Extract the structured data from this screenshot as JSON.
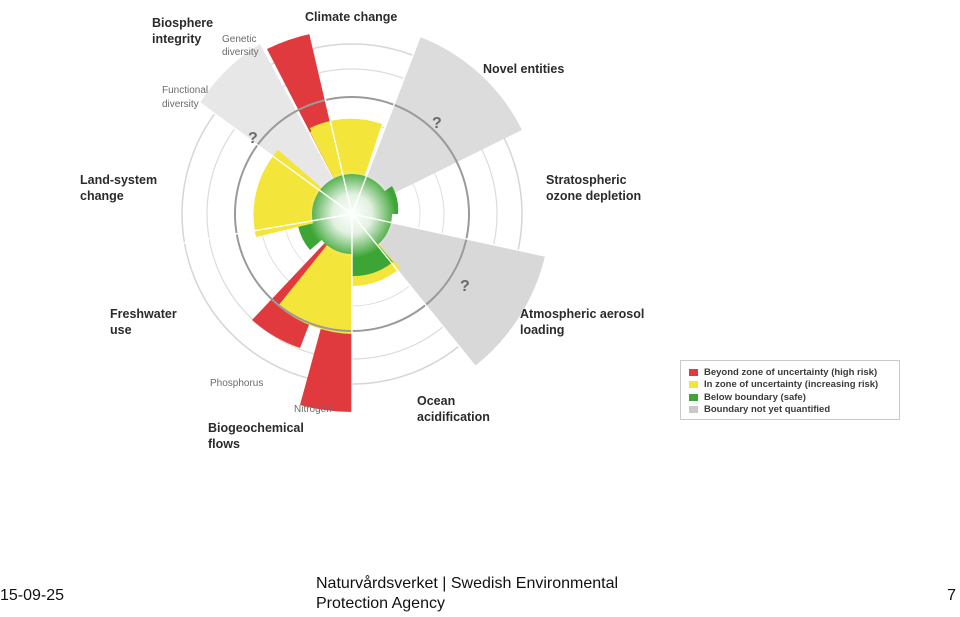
{
  "diagram": {
    "colors": {
      "high_risk": "#e03a3e",
      "increasing_risk": "#f4e53a",
      "safe": "#3da535",
      "not_quantified": "#c9c9c9"
    },
    "labels": {
      "biosphere_integrity": [
        "Biosphere",
        "integrity"
      ],
      "genetic_diversity": [
        "Genetic",
        "diversity"
      ],
      "functional_diversity": [
        "Functional",
        "diversity"
      ],
      "climate_change": "Climate change",
      "novel_entities": "Novel entities",
      "stratospheric_ozone": [
        "Stratospheric",
        "ozone depletion"
      ],
      "atmospheric_aerosol": [
        "Atmospheric aerosol",
        "loading"
      ],
      "ocean_acidification": [
        "Ocean",
        "acidification"
      ],
      "biogeochemical_flows": [
        "Biogeochemical",
        "flows"
      ],
      "phosphorus": "Phosphorus",
      "nitrogen": "Nitrogen",
      "freshwater_use": [
        "Freshwater",
        "use"
      ],
      "land_system_change": [
        "Land-system",
        "change"
      ]
    },
    "unknown_mark": "?",
    "segments": [
      {
        "name": "Genetic diversity",
        "status": "high_risk"
      },
      {
        "name": "Functional diversity",
        "status": "not_quantified"
      },
      {
        "name": "Climate change",
        "status": "increasing_risk"
      },
      {
        "name": "Novel entities",
        "status": "not_quantified"
      },
      {
        "name": "Stratospheric ozone depletion",
        "status": "safe"
      },
      {
        "name": "Atmospheric aerosol loading",
        "status": "not_quantified"
      },
      {
        "name": "Ocean acidification",
        "status": "safe"
      },
      {
        "name": "Nitrogen",
        "status": "high_risk"
      },
      {
        "name": "Phosphorus",
        "status": "high_risk"
      },
      {
        "name": "Freshwater use",
        "status": "safe"
      },
      {
        "name": "Land-system change",
        "status": "increasing_risk"
      }
    ]
  },
  "legend": [
    {
      "label": "Beyond zone of uncertainty (high risk)",
      "color": "#e03a3e"
    },
    {
      "label": "In zone of uncertainty (increasing risk)",
      "color": "#f4e53a"
    },
    {
      "label": "Below boundary (safe)",
      "color": "#3da535"
    },
    {
      "label": "Boundary not yet quantified",
      "color": "#c9c9c9"
    }
  ],
  "footer": {
    "date": "15-09-25",
    "organization": "Naturvårdsverket | Swedish Environmental Protection Agency",
    "page": "7"
  }
}
